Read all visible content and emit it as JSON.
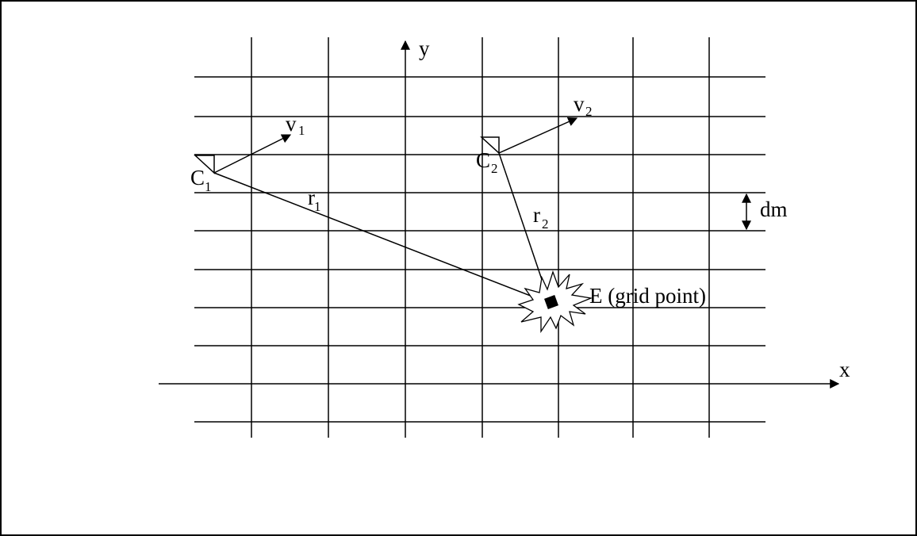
{
  "labels": {
    "y_axis": "y",
    "x_axis": "x",
    "c1": "C",
    "c1_sub": "1",
    "c2": "C",
    "c2_sub": "2",
    "v1": "v",
    "v1_sub": "1",
    "v2": "v",
    "v2_sub": "2",
    "r1": "r",
    "r1_sub": "1",
    "r2": "r",
    "r2_sub": "2",
    "dm": "dm",
    "grid_point": "E (grid point)"
  }
}
